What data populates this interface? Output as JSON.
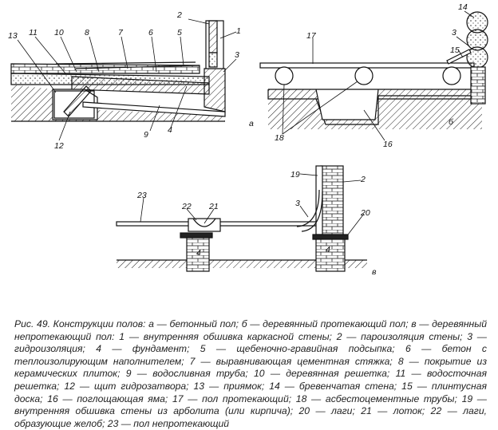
{
  "labels": {
    "n1": "1",
    "n2": "2",
    "n3": "3",
    "n4": "4",
    "n5": "5",
    "n6": "6",
    "n7": "7",
    "n8": "8",
    "n9": "9",
    "n10": "10",
    "n11": "11",
    "n12": "12",
    "n13": "13",
    "n14": "14",
    "n15": "15",
    "n16": "16",
    "n17": "17",
    "n18": "18",
    "n19": "19",
    "n20": "20",
    "n21": "21",
    "n22": "22",
    "n23": "23",
    "part_a": "а",
    "part_b": "б",
    "part_v": "в"
  },
  "caption": "Рис. 49. Конструкции полов: а — бетонный пол; б — деревянный протекающий пол; в — деревянный непротекающий пол: 1 — внутренняя обшивка каркасной стены; 2 — пароизоляция стены; 3 — гидроизоляция; 4 — фундамент; 5 — щебеночно-гравийная подсыпка; 6 — бетон с теплоизолирующим наполнителем; 7 — выравнивающая цементная стяжка; 8 — покрытие из керамических плиток; 9 — водосливная труба; 10 — деревянная решетка; 11 — водосточная решетка; 12 — щит гидрозатвора; 13 — приямок; 14 — бревенчатая стена; 15 — плинтусная доска; 16 — поглощающая яма; 17 — пол протекающий; 18 — асбестоцементные трубы; 19 — внутренняя обшивка стены из арболита (или кирпича); 20 — лаги; 21 — лоток; 22 — лаги, образующие желоб; 23 — пол непротекающий"
}
